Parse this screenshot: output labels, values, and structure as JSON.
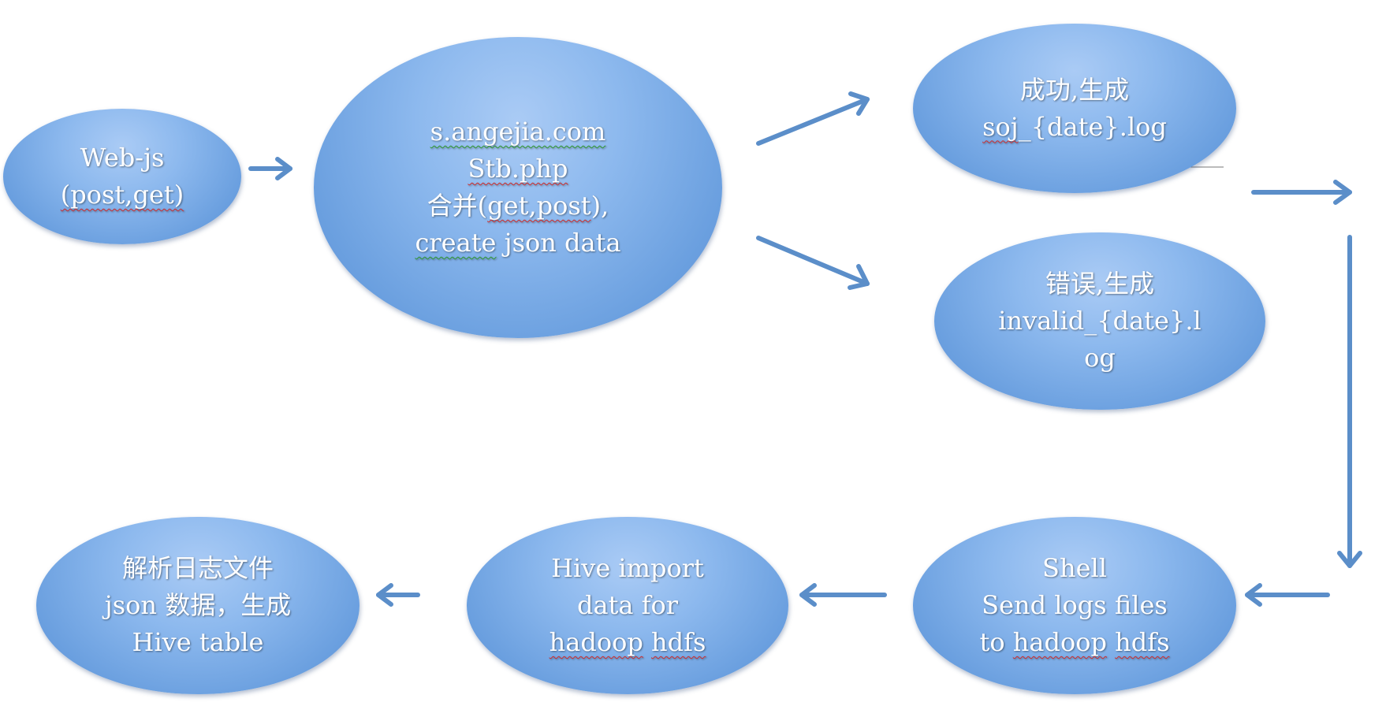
{
  "nodes": {
    "webjs": {
      "l1": "Web-js",
      "l2": "(post,get)"
    },
    "stb": {
      "l1": "s.angejia.com",
      "l2": "Stb.php",
      "l3a": "合并(",
      "l3b": "get,post",
      "l3c": "),",
      "l4a": "create",
      "l4b": " json data"
    },
    "soj": {
      "l1": "成功,生成",
      "l2a": "soj",
      "l2b": "_{date}.log"
    },
    "invalid": {
      "l1": "错误,生成",
      "l2": "invalid_{date}.l",
      "l3": "og"
    },
    "hive_table": {
      "l1": "解析日志文件",
      "l2": "json 数据，生成",
      "l3": "Hive table"
    },
    "hive_import": {
      "l1": "Hive import",
      "l2": "data for",
      "l3a": "hadoop",
      "l3b": " ",
      "l3c": "hdfs"
    },
    "shell": {
      "l1": "Shell",
      "l2": "Send logs files",
      "l3a": "to ",
      "l3b": "hadoop",
      "l3c": " ",
      "l3d": "hdfs"
    }
  },
  "colors": {
    "node_fill": "#8db9ee",
    "node_edge": "#5f93d6",
    "arrow": "#5b8ec9",
    "text": "#ffffff",
    "spell_red": "#d12b2b",
    "spell_green": "#2e9a2e"
  }
}
